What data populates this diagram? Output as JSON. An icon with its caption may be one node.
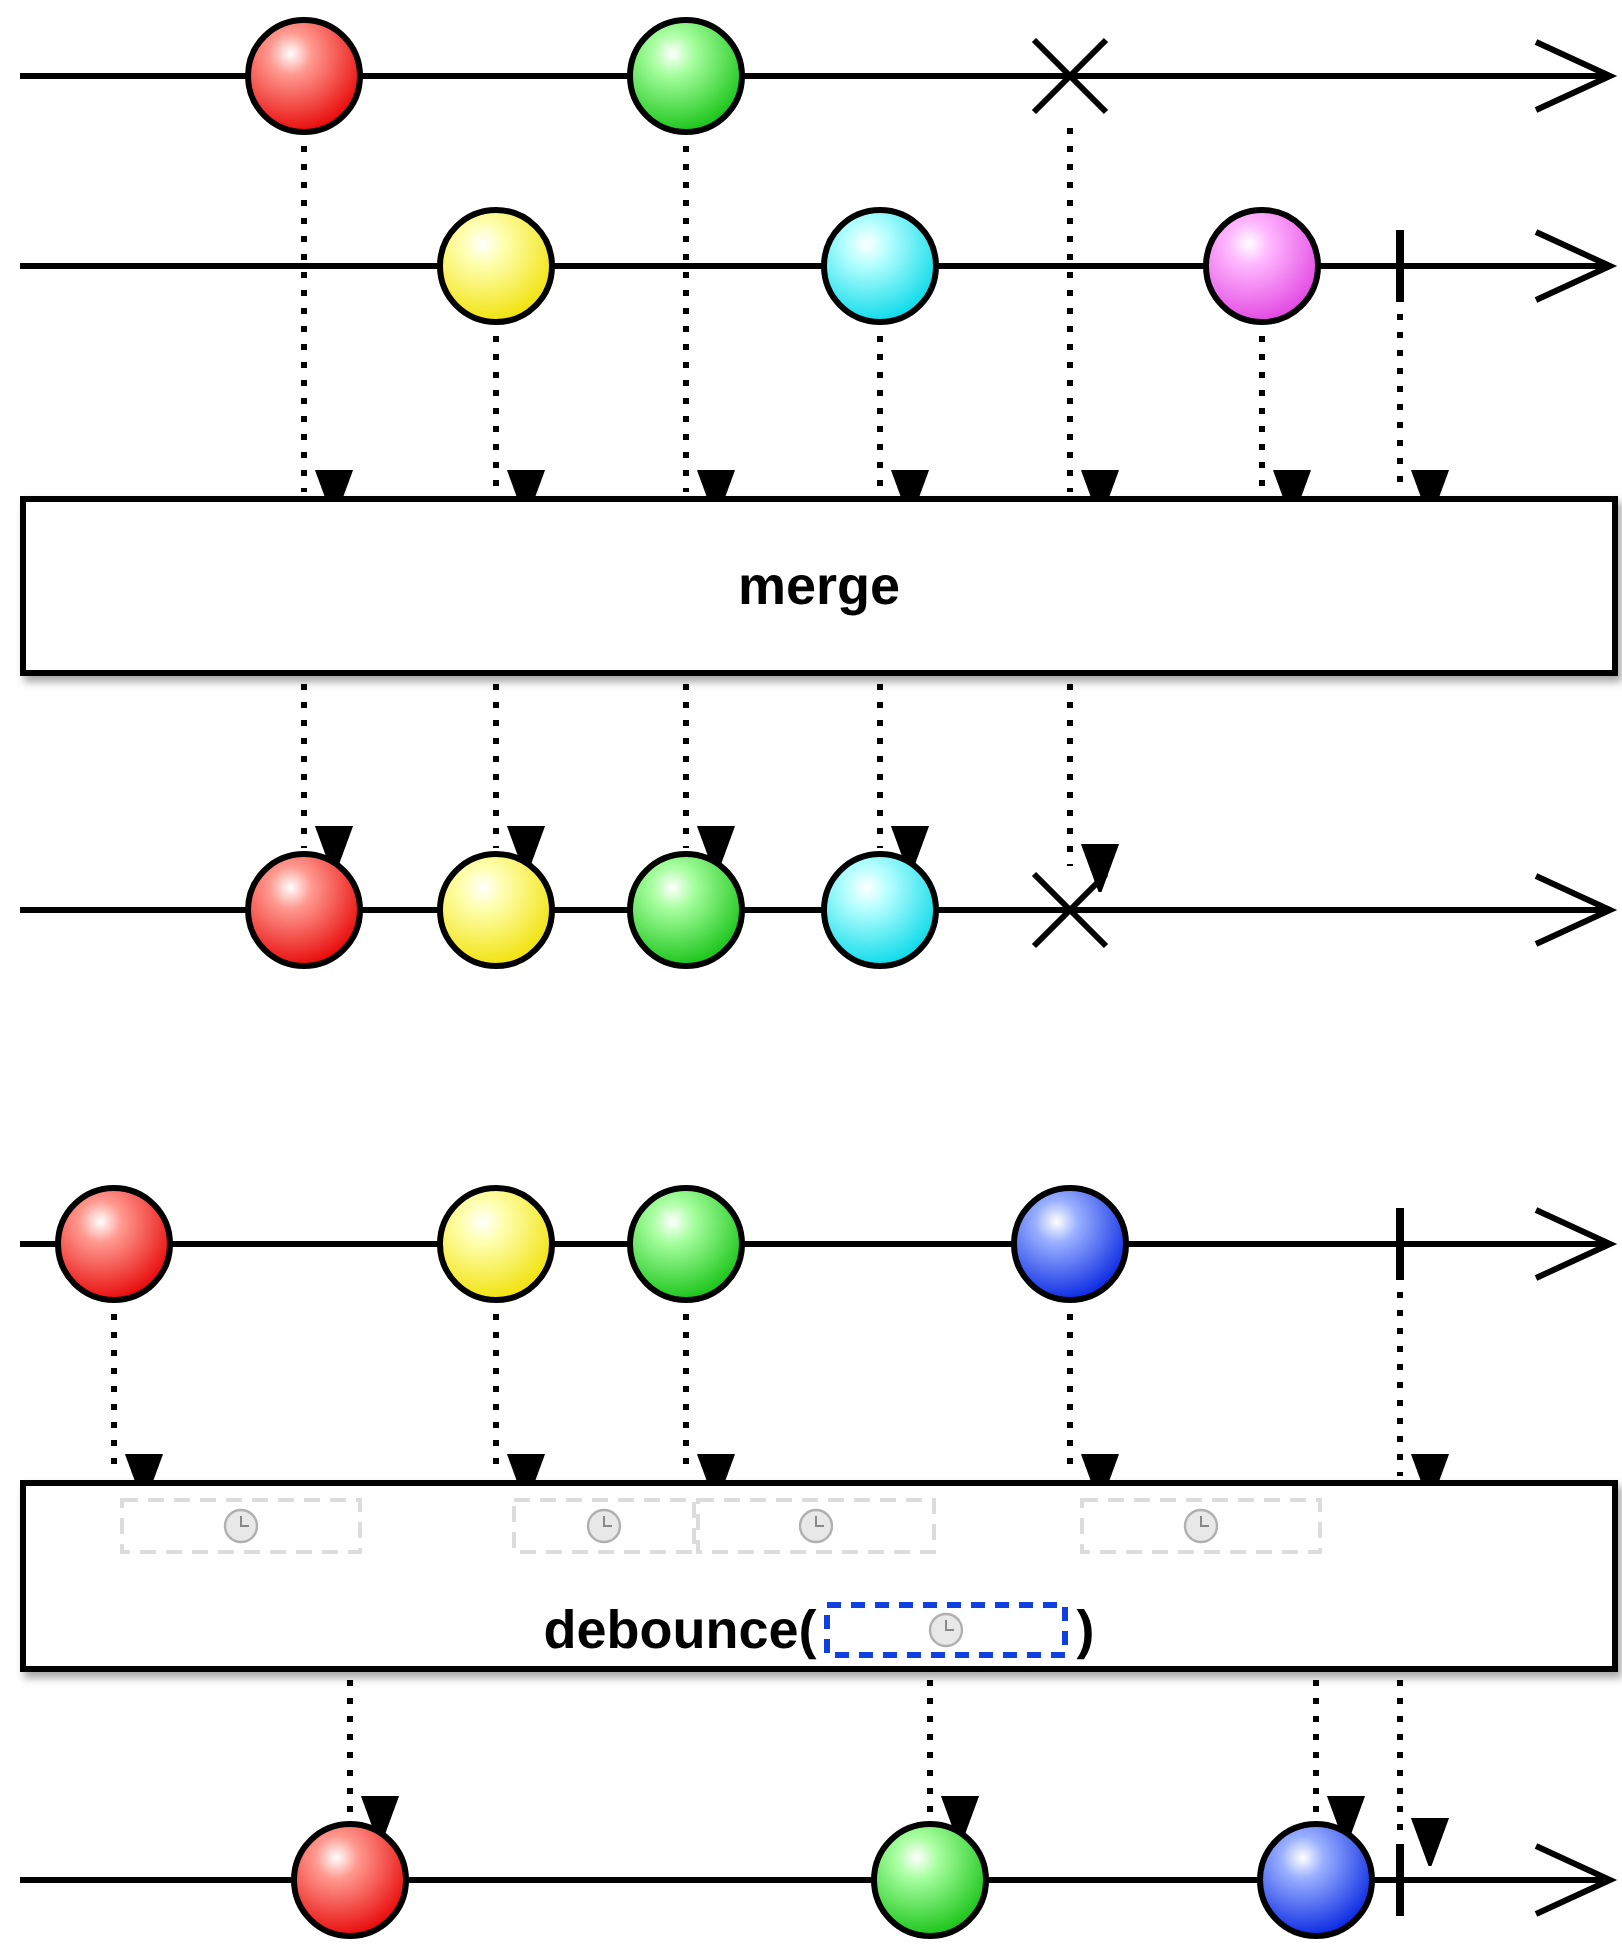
{
  "diagram": {
    "nodes": [
      {
        "text": [],
        "shape": "circle"
      },
      {
        "text": [],
        "shape": "circle"
      },
      {
        "text": [],
        "shape": "cross"
      },
      {
        "text": [],
        "shape": "circle"
      },
      {
        "text": [],
        "shape": "circle"
      },
      {
        "text": [],
        "shape": "circle"
      },
      {
        "text": [],
        "shape": "bar"
      },
      {
        "text": [
          "merge"
        ]
      },
      {
        "text": [],
        "shape": "circle"
      },
      {
        "text": [],
        "shape": "circle"
      },
      {
        "text": [],
        "shape": "circle"
      },
      {
        "text": [],
        "shape": "circle"
      },
      {
        "text": [],
        "shape": "cross"
      },
      {
        "text": [],
        "shape": "circle"
      },
      {
        "text": [],
        "shape": "circle"
      },
      {
        "text": [],
        "shape": "circle"
      },
      {
        "text": [],
        "shape": "circle"
      },
      {
        "text": [],
        "shape": "bar"
      },
      {
        "text": [
          "debounce(",
          ")"
        ]
      },
      {
        "text": [],
        "shape": "circle"
      },
      {
        "text": [],
        "shape": "circle"
      },
      {
        "text": [],
        "shape": "circle"
      },
      {
        "text": [],
        "shape": "bar"
      }
    ],
    "edges": [
      {
        "from": 0,
        "to": 7,
        "arrow": "to"
      },
      {
        "from": 3,
        "to": 7,
        "arrow": "to"
      },
      {
        "from": 1,
        "to": 7,
        "arrow": "to"
      },
      {
        "from": 4,
        "to": 7,
        "arrow": "to"
      },
      {
        "from": 2,
        "to": 7,
        "arrow": "to"
      },
      {
        "from": 5,
        "to": 7,
        "arrow": "to"
      },
      {
        "from": 6,
        "to": 7,
        "arrow": "to"
      },
      {
        "from": 7,
        "to": 8,
        "arrow": "to"
      },
      {
        "from": 7,
        "to": 9,
        "arrow": "to"
      },
      {
        "from": 7,
        "to": 10,
        "arrow": "to"
      },
      {
        "from": 7,
        "to": 11,
        "arrow": "to"
      },
      {
        "from": 7,
        "to": 12,
        "arrow": "to"
      },
      {
        "from": 13,
        "to": 18,
        "arrow": "to"
      },
      {
        "from": 14,
        "to": 18,
        "arrow": "to"
      },
      {
        "from": 15,
        "to": 18,
        "arrow": "to"
      },
      {
        "from": 16,
        "to": 18,
        "arrow": "to"
      },
      {
        "from": 17,
        "to": 18,
        "arrow": "to"
      },
      {
        "from": 18,
        "to": 19,
        "arrow": "to"
      },
      {
        "from": 18,
        "to": 20,
        "arrow": "to"
      },
      {
        "from": 18,
        "to": 21,
        "arrow": "to"
      },
      {
        "from": 18,
        "to": 22,
        "arrow": "to"
      }
    ]
  }
}
